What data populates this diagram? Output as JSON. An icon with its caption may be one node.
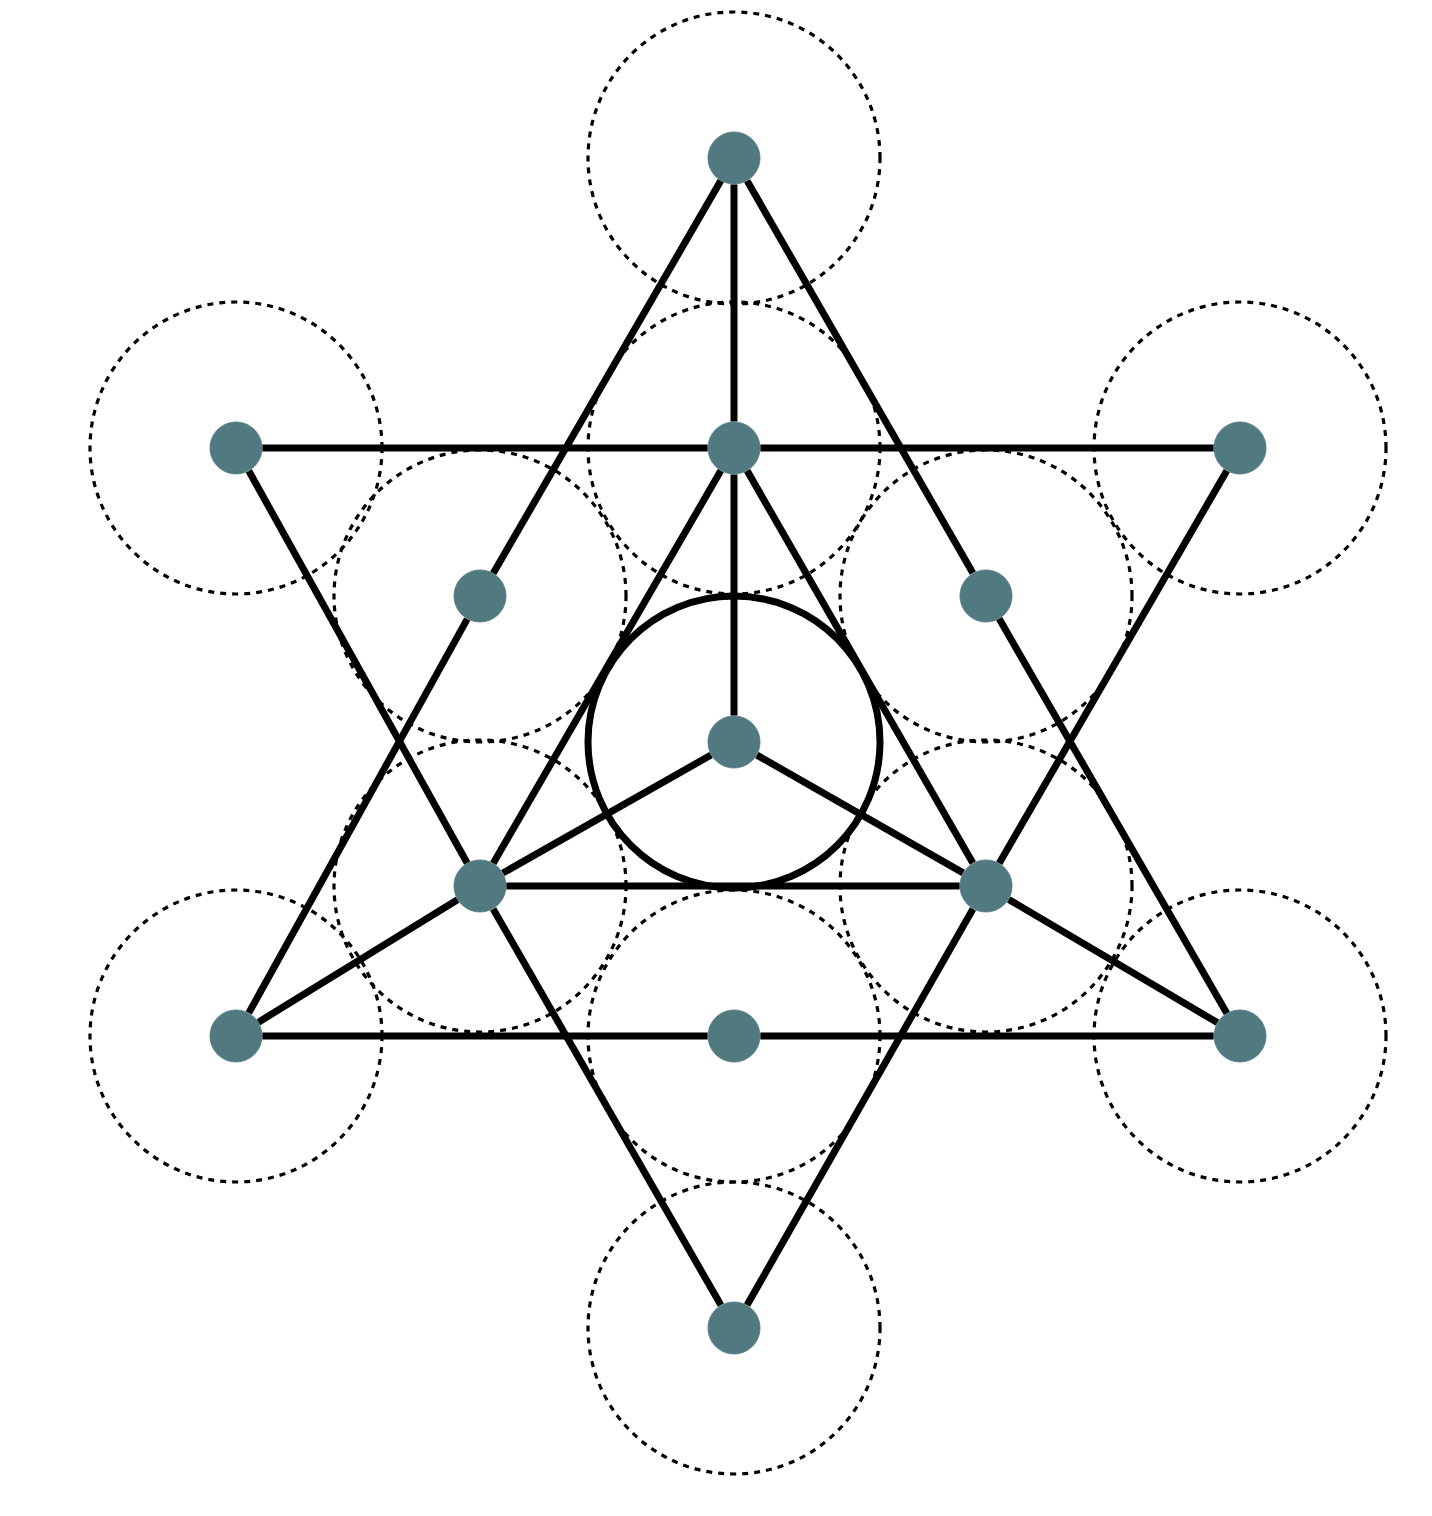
{
  "diagram": {
    "nodes": [
      {
        "text": [],
        "shape": "circle"
      },
      {
        "text": [],
        "shape": "circle"
      },
      {
        "text": [],
        "shape": "circle"
      },
      {
        "text": [],
        "shape": "circle"
      },
      {
        "text": [],
        "shape": "circle"
      },
      {
        "text": [],
        "shape": "circle"
      },
      {
        "text": [],
        "shape": "circle"
      },
      {
        "text": [],
        "shape": "circle"
      },
      {
        "text": [],
        "shape": "circle"
      },
      {
        "text": [],
        "shape": "circle"
      },
      {
        "text": [],
        "shape": "circle"
      },
      {
        "text": [],
        "shape": "circle"
      },
      {
        "text": [],
        "shape": "circle"
      }
    ],
    "edges": [
      {
        "from": 0,
        "to": 4,
        "arrow": "none"
      },
      {
        "from": 4,
        "to": 9,
        "arrow": "none"
      },
      {
        "from": 0,
        "to": 5,
        "arrow": "none"
      },
      {
        "from": 5,
        "to": 11,
        "arrow": "none"
      },
      {
        "from": 9,
        "to": 10,
        "arrow": "none"
      },
      {
        "from": 10,
        "to": 11,
        "arrow": "none"
      },
      {
        "from": 1,
        "to": 2,
        "arrow": "none"
      },
      {
        "from": 2,
        "to": 3,
        "arrow": "none"
      },
      {
        "from": 1,
        "to": 7,
        "arrow": "none"
      },
      {
        "from": 7,
        "to": 12,
        "arrow": "none"
      },
      {
        "from": 3,
        "to": 8,
        "arrow": "none"
      },
      {
        "from": 8,
        "to": 12,
        "arrow": "none"
      },
      {
        "from": 0,
        "to": 2,
        "arrow": "none"
      },
      {
        "from": 2,
        "to": 6,
        "arrow": "none"
      },
      {
        "from": 2,
        "to": 7,
        "arrow": "none"
      },
      {
        "from": 2,
        "to": 8,
        "arrow": "none"
      },
      {
        "from": 7,
        "to": 8,
        "arrow": "none"
      },
      {
        "from": 9,
        "to": 7,
        "arrow": "none"
      },
      {
        "from": 7,
        "to": 6,
        "arrow": "none"
      },
      {
        "from": 11,
        "to": 8,
        "arrow": "none"
      },
      {
        "from": 8,
        "to": 6,
        "arrow": "none"
      }
    ]
  }
}
